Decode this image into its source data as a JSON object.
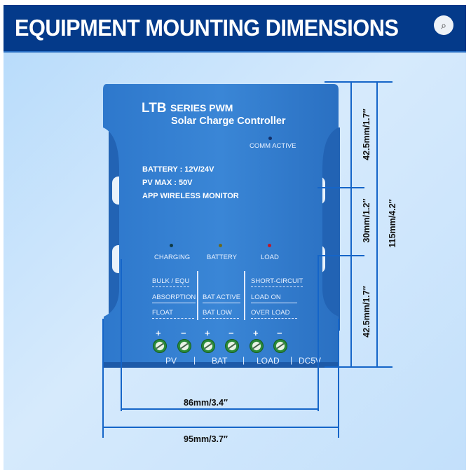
{
  "banner": {
    "title": "EQUIPMENT MOUNTING DIMENSIONS",
    "lens_icon": "visual-search-icon"
  },
  "device": {
    "brand": "LTB",
    "series": "SERIES PWM",
    "subtitle": "Solar Charge Controller",
    "comm_label": "COMM ACTIVE",
    "specs": [
      "BATTERY : 12V/24V",
      "PV MAX : 50V",
      "APP WIRELESS MONITOR"
    ],
    "leds": [
      {
        "label": "CHARGING",
        "color": "#0f3a45"
      },
      {
        "label": "BATTERY",
        "color": "#6a6a20"
      },
      {
        "label": "LOAD",
        "color": "#c0182a"
      }
    ],
    "status_col1": [
      "BULK / EQU",
      "ABSORPTION",
      "FLOAT"
    ],
    "status_col2": [
      "BAT ACTIVE",
      "BAT LOW"
    ],
    "status_col3": [
      "SHORT-CIRCUIT",
      "LOAD ON",
      "OVER LOAD"
    ],
    "terminals": [
      "PV",
      "BAT",
      "LOAD",
      "DC5V"
    ],
    "plus": "+",
    "minus": "−",
    "sep": "|"
  },
  "dimensions": {
    "top_section": "42.5mm/1.7″",
    "middle_section": "30mm/1.2″",
    "bottom_section": "42.5mm/1.7″",
    "total_height": "115mm/4.2″",
    "hole_width": "86mm/3.4″",
    "total_width": "95mm/3.7″"
  }
}
